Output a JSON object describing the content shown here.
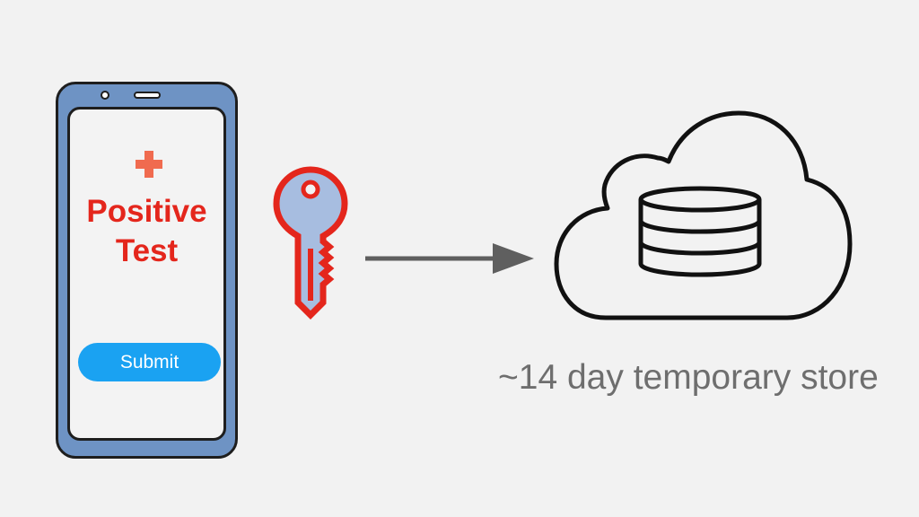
{
  "phone": {
    "title_line1": "Positive",
    "title_line2": "Test",
    "submit_label": "Submit"
  },
  "storage": {
    "caption": "~14 day temporary store"
  },
  "icons": {
    "plus": "red-cross-plus-icon",
    "key": "key-icon",
    "arrow": "right-arrow-icon",
    "cloud": "cloud-icon",
    "database": "database-icon"
  },
  "colors": {
    "background": "#f2f2f2",
    "phone_body": "#6e93c4",
    "screen": "#f3f3f3",
    "alert_red": "#e4261c",
    "plus_red": "#f06b4f",
    "button_blue": "#1aa2f2",
    "key_fill": "#a7bde0",
    "arrow_gray": "#5f5f5f",
    "caption_gray": "#6e6e6e",
    "outline": "#1e1e1e"
  }
}
